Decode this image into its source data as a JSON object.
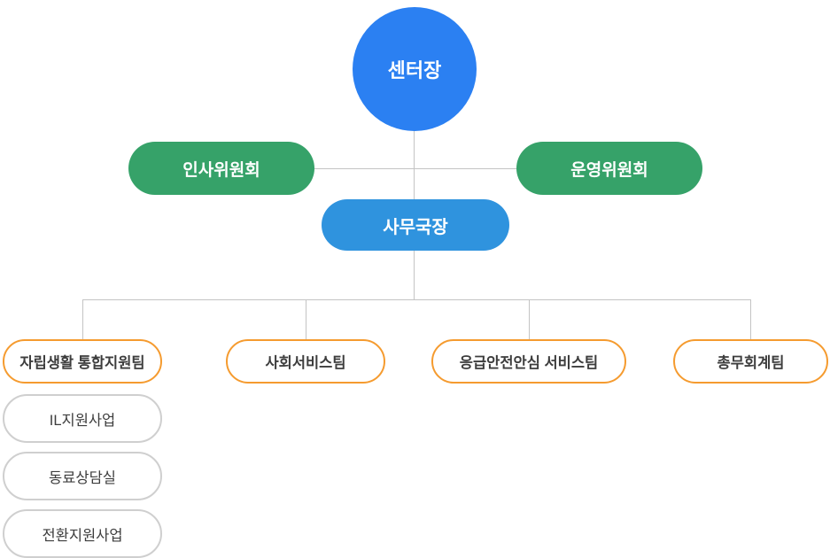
{
  "org": {
    "director": {
      "label": "센터장"
    },
    "committees": [
      {
        "label": "인사위원회"
      },
      {
        "label": "운영위원회"
      }
    ],
    "secretary": {
      "label": "사무국장"
    },
    "teams": [
      {
        "label": "자립생활 통합지원팀",
        "children": [
          "IL지원사업",
          "동료상담실",
          "전환지원사업"
        ]
      },
      {
        "label": "사회서비스팀",
        "children": []
      },
      {
        "label": "응급안전안심 서비스팀",
        "children": []
      },
      {
        "label": "총무회계팀",
        "children": []
      }
    ],
    "colors": {
      "director_fill": "#2b80f2",
      "committee_fill": "#36a269",
      "secretary_fill": "#2f93de",
      "team_border": "#f59b2f",
      "sub_border": "#cfcfcf",
      "connector": "#c4c4c4",
      "node_text_light": "#ffffff",
      "node_text_dark": "#3d3d3d"
    }
  }
}
